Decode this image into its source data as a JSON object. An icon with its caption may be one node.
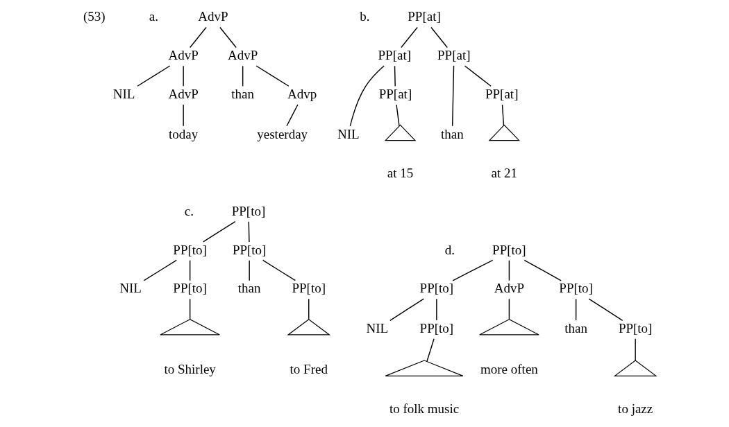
{
  "diagram": {
    "nodes": [
      {
        "text": [
          "AdvP"
        ]
      },
      {
        "text": [
          "AdvP"
        ]
      },
      {
        "text": [
          "AdvP"
        ]
      },
      {
        "text": [
          "NIL"
        ]
      },
      {
        "text": [
          "AdvP"
        ]
      },
      {
        "text": [
          "than"
        ]
      },
      {
        "text": [
          "Advp"
        ]
      },
      {
        "text": [
          "today"
        ]
      },
      {
        "text": [
          "yesterday"
        ]
      },
      {
        "text": [
          "PP[at]"
        ]
      },
      {
        "text": [
          "PP[at]"
        ]
      },
      {
        "text": [
          "PP[at]"
        ]
      },
      {
        "text": [
          "NIL"
        ]
      },
      {
        "text": [
          "PP[at]"
        ]
      },
      {
        "text": [
          "than"
        ]
      },
      {
        "text": [
          "PP[at]"
        ]
      },
      {
        "text": [],
        "shape": "triangle",
        "beside": [
          "at 15"
        ]
      },
      {
        "text": [],
        "shape": "triangle",
        "beside": [
          "at 21"
        ]
      },
      {
        "text": [
          "PP[to]"
        ]
      },
      {
        "text": [
          "PP[to]"
        ]
      },
      {
        "text": [
          "PP[to]"
        ]
      },
      {
        "text": [
          "NIL"
        ]
      },
      {
        "text": [
          "PP[to]"
        ]
      },
      {
        "text": [
          "than"
        ]
      },
      {
        "text": [
          "PP[to]"
        ]
      },
      {
        "text": [],
        "shape": "triangle",
        "beside": [
          "to Shirley"
        ]
      },
      {
        "text": [],
        "shape": "triangle",
        "beside": [
          "to Fred"
        ]
      },
      {
        "text": [
          "PP[to]"
        ]
      },
      {
        "text": [
          "PP[to]"
        ]
      },
      {
        "text": [
          "AdvP"
        ]
      },
      {
        "text": [
          "PP[to]"
        ]
      },
      {
        "text": [
          "NIL"
        ]
      },
      {
        "text": [
          "PP[to]"
        ]
      },
      {
        "text": [
          "than"
        ]
      },
      {
        "text": [
          "PP[to]"
        ]
      },
      {
        "text": [],
        "shape": "triangle",
        "beside": [
          "to folk music"
        ]
      },
      {
        "text": [],
        "shape": "triangle",
        "beside": [
          "more often"
        ]
      },
      {
        "text": [],
        "shape": "triangle",
        "beside": [
          "to jazz"
        ]
      }
    ],
    "edges": [
      {
        "from": 0,
        "to": 1,
        "arrow": "none"
      },
      {
        "from": 0,
        "to": 2,
        "arrow": "none"
      },
      {
        "from": 1,
        "to": 3,
        "arrow": "none"
      },
      {
        "from": 1,
        "to": 4,
        "arrow": "none"
      },
      {
        "from": 2,
        "to": 5,
        "arrow": "none"
      },
      {
        "from": 2,
        "to": 6,
        "arrow": "none"
      },
      {
        "from": 4,
        "to": 7,
        "arrow": "none"
      },
      {
        "from": 6,
        "to": 8,
        "arrow": "none"
      },
      {
        "from": 9,
        "to": 10,
        "arrow": "none"
      },
      {
        "from": 9,
        "to": 11,
        "arrow": "none"
      },
      {
        "from": 10,
        "to": 12,
        "arrow": "none"
      },
      {
        "from": 10,
        "to": 13,
        "arrow": "none"
      },
      {
        "from": 11,
        "to": 14,
        "arrow": "none"
      },
      {
        "from": 11,
        "to": 15,
        "arrow": "none"
      },
      {
        "from": 13,
        "to": 16,
        "arrow": "none"
      },
      {
        "from": 15,
        "to": 17,
        "arrow": "none"
      },
      {
        "from": 18,
        "to": 19,
        "arrow": "none"
      },
      {
        "from": 18,
        "to": 20,
        "arrow": "none"
      },
      {
        "from": 19,
        "to": 21,
        "arrow": "none"
      },
      {
        "from": 19,
        "to": 22,
        "arrow": "none"
      },
      {
        "from": 20,
        "to": 23,
        "arrow": "none"
      },
      {
        "from": 20,
        "to": 24,
        "arrow": "none"
      },
      {
        "from": 22,
        "to": 25,
        "arrow": "none"
      },
      {
        "from": 24,
        "to": 26,
        "arrow": "none"
      },
      {
        "from": 27,
        "to": 28,
        "arrow": "none"
      },
      {
        "from": 27,
        "to": 29,
        "arrow": "none"
      },
      {
        "from": 27,
        "to": 30,
        "arrow": "none"
      },
      {
        "from": 28,
        "to": 31,
        "arrow": "none"
      },
      {
        "from": 28,
        "to": 32,
        "arrow": "none"
      },
      {
        "from": 32,
        "to": 35,
        "arrow": "none"
      },
      {
        "from": 29,
        "to": 36,
        "arrow": "none"
      },
      {
        "from": 30,
        "to": 33,
        "arrow": "none"
      },
      {
        "from": 30,
        "to": 34,
        "arrow": "none"
      },
      {
        "from": 34,
        "to": 37,
        "arrow": "none"
      }
    ],
    "labels": [
      "(53)",
      "a.",
      "b.",
      "c.",
      "d."
    ]
  }
}
